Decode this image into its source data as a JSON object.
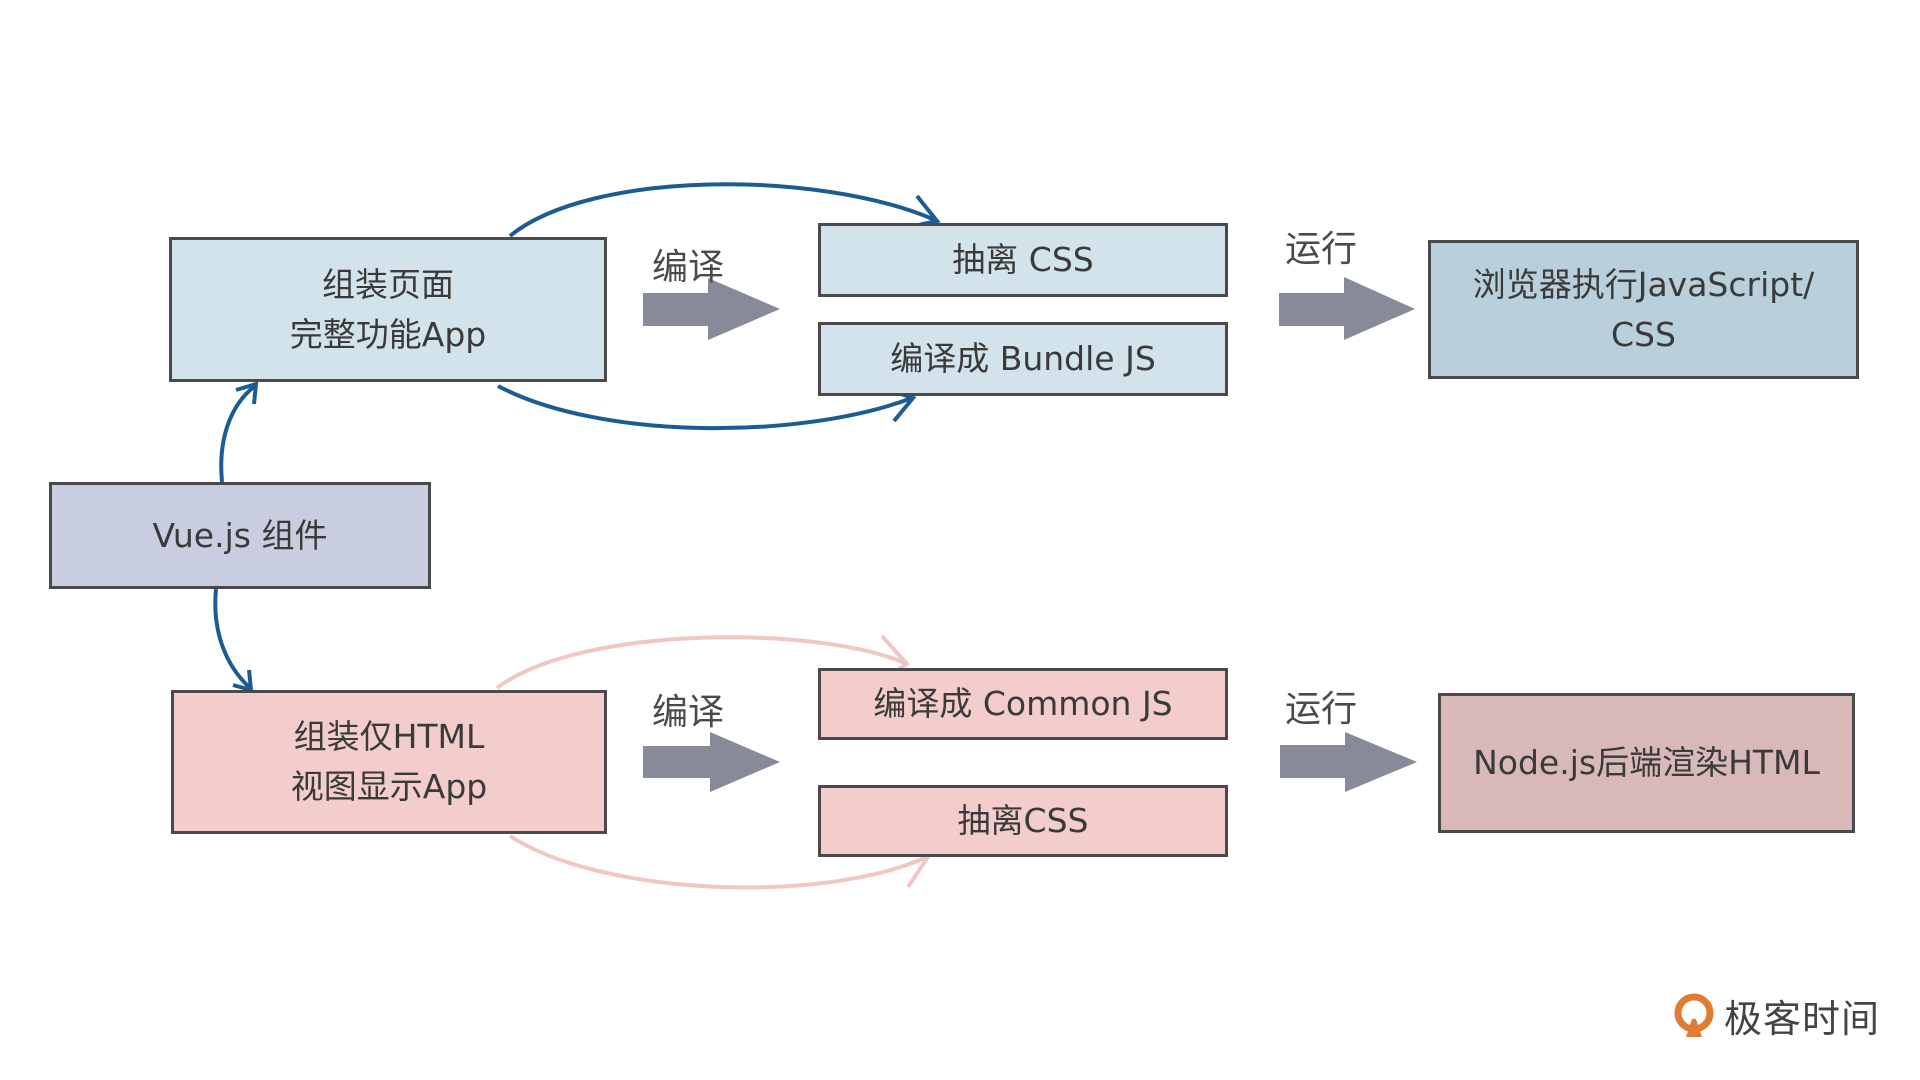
{
  "colors": {
    "client_box": "#d3e3ec",
    "client_target": "#b9cfdc",
    "source_box": "#c9cde0",
    "server_box": "#f2cdcb",
    "server_target": "#d9b8ba",
    "client_arrow": "#1c5c92",
    "server_arrow": "#f2c6c4",
    "block_arrow": "#878a99"
  },
  "source": {
    "label": "Vue.js 组件"
  },
  "client": {
    "assemble": {
      "line1": "组装页面",
      "line2": "完整功能App"
    },
    "compile_label": "编译",
    "outputs": [
      "抽离 CSS",
      "编译成 Bundle JS"
    ],
    "run_label": "运行",
    "result": {
      "line1": "浏览器执行JavaScript/",
      "line2": "CSS"
    }
  },
  "server": {
    "assemble": {
      "line1": "组装仅HTML",
      "line2": "视图显示App"
    },
    "compile_label": "编译",
    "outputs": [
      "编译成 Common JS",
      "抽离CSS"
    ],
    "run_label": "运行",
    "result": {
      "line1": "Node.js后端渲染HTML"
    }
  },
  "brand": {
    "name": "极客时间",
    "logo_icon": "geektime-logo-icon"
  }
}
